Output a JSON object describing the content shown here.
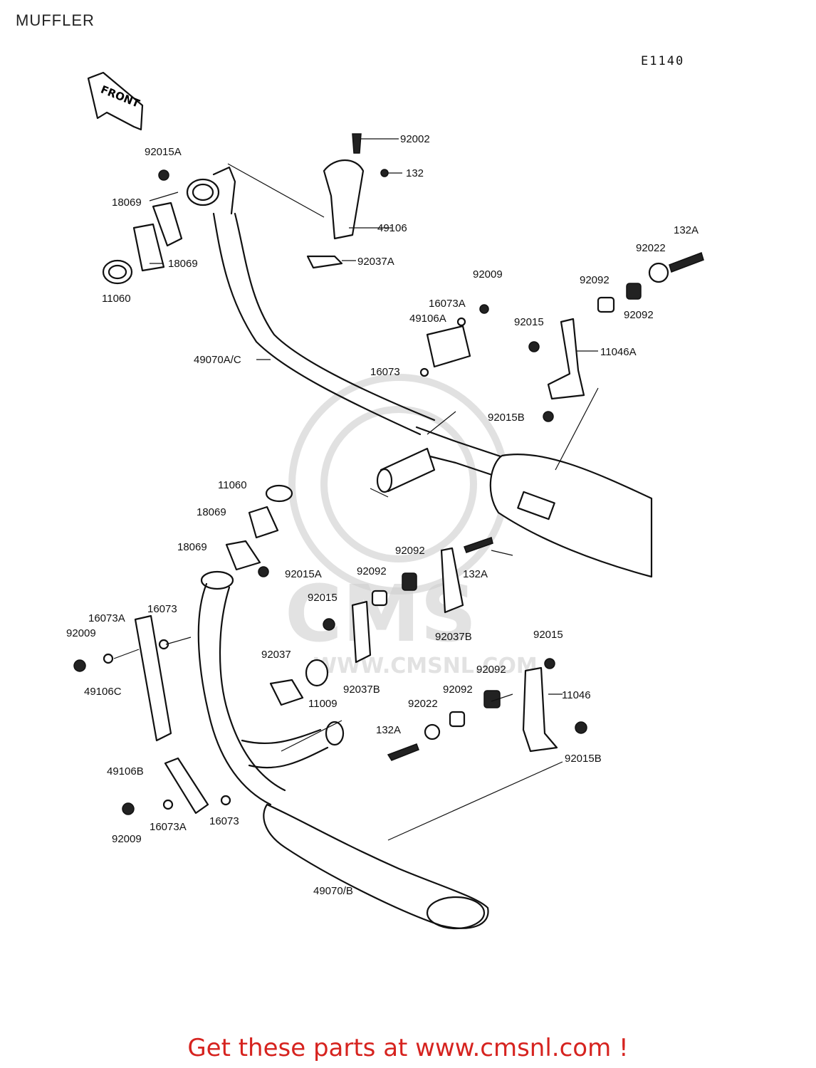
{
  "page_title": "MUFFLER",
  "diagram_code": "E1140",
  "front_arrow_label": "FRONT",
  "watermark": "CMS",
  "watermark_url": "WWW.CMSNL.COM",
  "promo_text": "Get these parts at www.cmsnl.com !",
  "part_labels": [
    "92002",
    "92015A",
    "132",
    "18069",
    "49106",
    "18069",
    "92037A",
    "11060",
    "132A",
    "92022",
    "92009",
    "92092",
    "16073A",
    "92092",
    "49106A",
    "92015",
    "11046A",
    "49070A/C",
    "16073",
    "92015B",
    "11060",
    "18069",
    "18069",
    "92015A",
    "92092",
    "92092",
    "132A",
    "92015",
    "16073A",
    "16073",
    "92037B",
    "92015",
    "92009",
    "92037",
    "49106C",
    "92092",
    "11009",
    "92037B",
    "11046",
    "92092",
    "92022",
    "132A",
    "92015B",
    "49106B",
    "92009",
    "16073A",
    "16073",
    "49070/B"
  ]
}
